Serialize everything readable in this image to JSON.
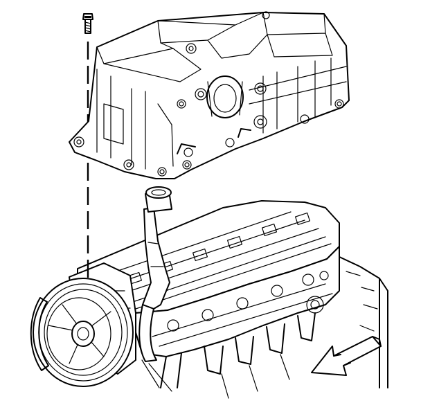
{
  "diagram": {
    "kind": "exploded-assembly-illustration",
    "labels": [],
    "components": [
      {
        "id": "bolt",
        "icon": "bolt-icon"
      },
      {
        "id": "cover",
        "icon": "cover-icon"
      },
      {
        "id": "tube",
        "icon": "tube-icon"
      },
      {
        "id": "pulley",
        "icon": "pulley-icon"
      },
      {
        "id": "engine",
        "icon": "engine-block-icon"
      }
    ],
    "direction_arrow": {
      "icon": "front-arrow-icon",
      "points": "left"
    },
    "colors": {
      "line": "#000000",
      "background": "#ffffff"
    }
  }
}
